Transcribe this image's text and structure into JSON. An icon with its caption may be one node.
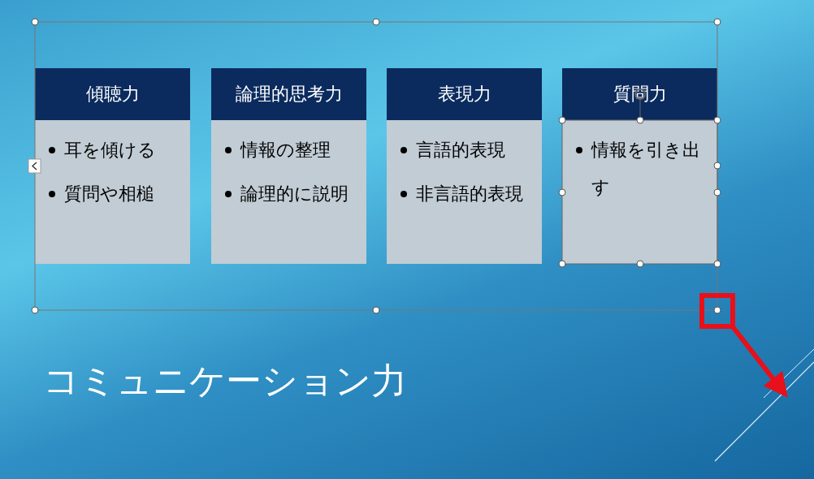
{
  "diagram": {
    "title": "コミュニケーション力",
    "nodes": [
      {
        "text": [
          "傾聴力",
          "耳を傾ける",
          "質問や相槌"
        ]
      },
      {
        "text": [
          "論理的思考力",
          "情報の整理",
          "論理的に説明"
        ]
      },
      {
        "text": [
          "表現力",
          "言語的表現",
          "非言語的表現"
        ]
      },
      {
        "text": [
          "質問力",
          "情報を引き出す"
        ]
      }
    ],
    "edges": []
  }
}
